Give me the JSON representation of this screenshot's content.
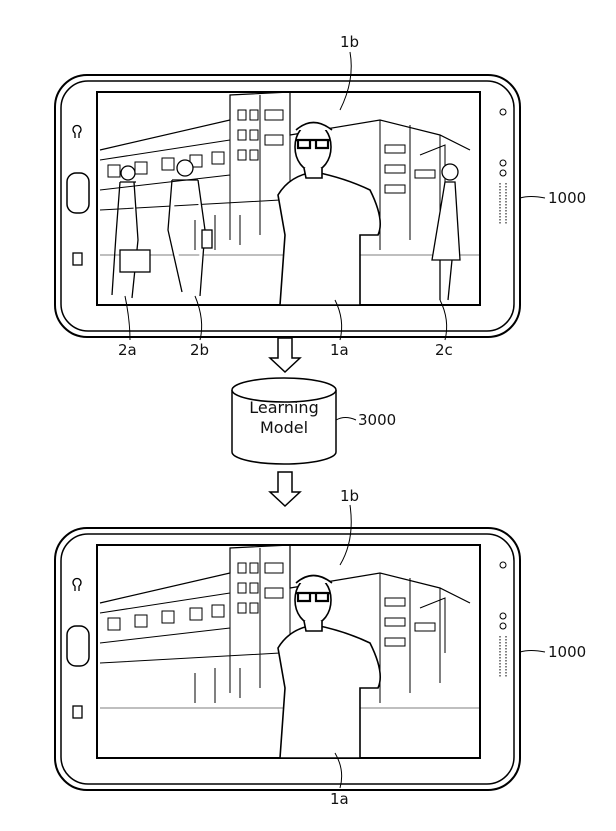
{
  "top_device": {
    "label_device": "1000",
    "label_person_main": "1a",
    "label_background": "1b",
    "label_person_a": "2a",
    "label_person_b": "2b",
    "label_person_c": "2c"
  },
  "learning_model": {
    "line1": "Learning",
    "line2": "Model",
    "label": "3000"
  },
  "bottom_device": {
    "label_device": "1000",
    "label_person_main": "1a",
    "label_background": "1b"
  }
}
